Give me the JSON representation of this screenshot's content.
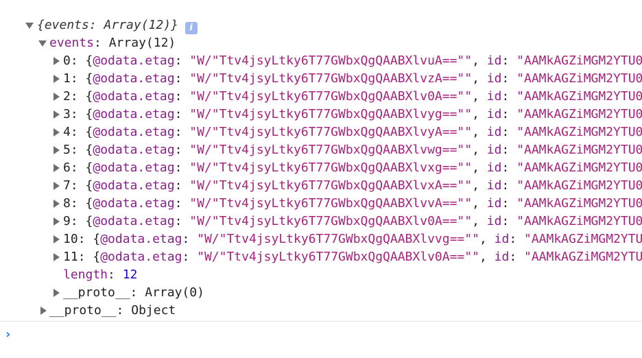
{
  "root": {
    "summary": "{events: Array(12)}",
    "info_icon": "i"
  },
  "events": {
    "key": "events",
    "sep": ": ",
    "type": "Array(12)",
    "items": [
      {
        "index": "0",
        "etag": "\"W/\"Ttv4jsyLtky6T77GWbxQgQAABXlvuA==\"\"",
        "id_preview": "\"AAMkAGZiMGM2YTU0"
      },
      {
        "index": "1",
        "etag": "\"W/\"Ttv4jsyLtky6T77GWbxQgQAABXlvzA==\"\"",
        "id_preview": "\"AAMkAGZiMGM2YTU0"
      },
      {
        "index": "2",
        "etag": "\"W/\"Ttv4jsyLtky6T77GWbxQgQAABXlv0A==\"\"",
        "id_preview": "\"AAMkAGZiMGM2YTU0"
      },
      {
        "index": "3",
        "etag": "\"W/\"Ttv4jsyLtky6T77GWbxQgQAABXlvyg==\"\"",
        "id_preview": "\"AAMkAGZiMGM2YTU0"
      },
      {
        "index": "4",
        "etag": "\"W/\"Ttv4jsyLtky6T77GWbxQgQAABXlvyA==\"\"",
        "id_preview": "\"AAMkAGZiMGM2YTU0"
      },
      {
        "index": "5",
        "etag": "\"W/\"Ttv4jsyLtky6T77GWbxQgQAABXlvwg==\"\"",
        "id_preview": "\"AAMkAGZiMGM2YTU0"
      },
      {
        "index": "6",
        "etag": "\"W/\"Ttv4jsyLtky6T77GWbxQgQAABXlvxg==\"\"",
        "id_preview": "\"AAMkAGZiMGM2YTU0"
      },
      {
        "index": "7",
        "etag": "\"W/\"Ttv4jsyLtky6T77GWbxQgQAABXlvxA==\"\"",
        "id_preview": "\"AAMkAGZiMGM2YTU0"
      },
      {
        "index": "8",
        "etag": "\"W/\"Ttv4jsyLtky6T77GWbxQgQAABXlvvA==\"\"",
        "id_preview": "\"AAMkAGZiMGM2YTU0"
      },
      {
        "index": "9",
        "etag": "\"W/\"Ttv4jsyLtky6T77GWbxQgQAABXlv0A==\"\"",
        "id_preview": "\"AAMkAGZiMGM2YTU0"
      },
      {
        "index": "10",
        "etag": "\"W/\"Ttv4jsyLtky6T77GWbxQgQAABXlvvg==\"\"",
        "id_preview": "\"AAMkAGZiMGM2YTU("
      },
      {
        "index": "11",
        "etag": "\"W/\"Ttv4jsyLtky6T77GWbxQgQAABXlv0A==\"\"",
        "id_preview": "\"AAMkAGZiMGM2YTU("
      }
    ],
    "item_open": "{",
    "etag_key": "@odata.etag",
    "id_key": "id",
    "length_key": "length",
    "length_value": "12",
    "proto_key": "__proto__",
    "proto_value": "Array(0)"
  },
  "root_proto": {
    "key": "__proto__",
    "value": "Object"
  },
  "prompt": {
    "icon": "prompt-chevron-icon",
    "accent_color": "#2f7cf6"
  },
  "colors": {
    "string": "#a8237c",
    "key": "#8a1f8a",
    "number": "#1c00cf",
    "triangle": "#6e6e6e",
    "info_badge": "#9db8ef"
  }
}
